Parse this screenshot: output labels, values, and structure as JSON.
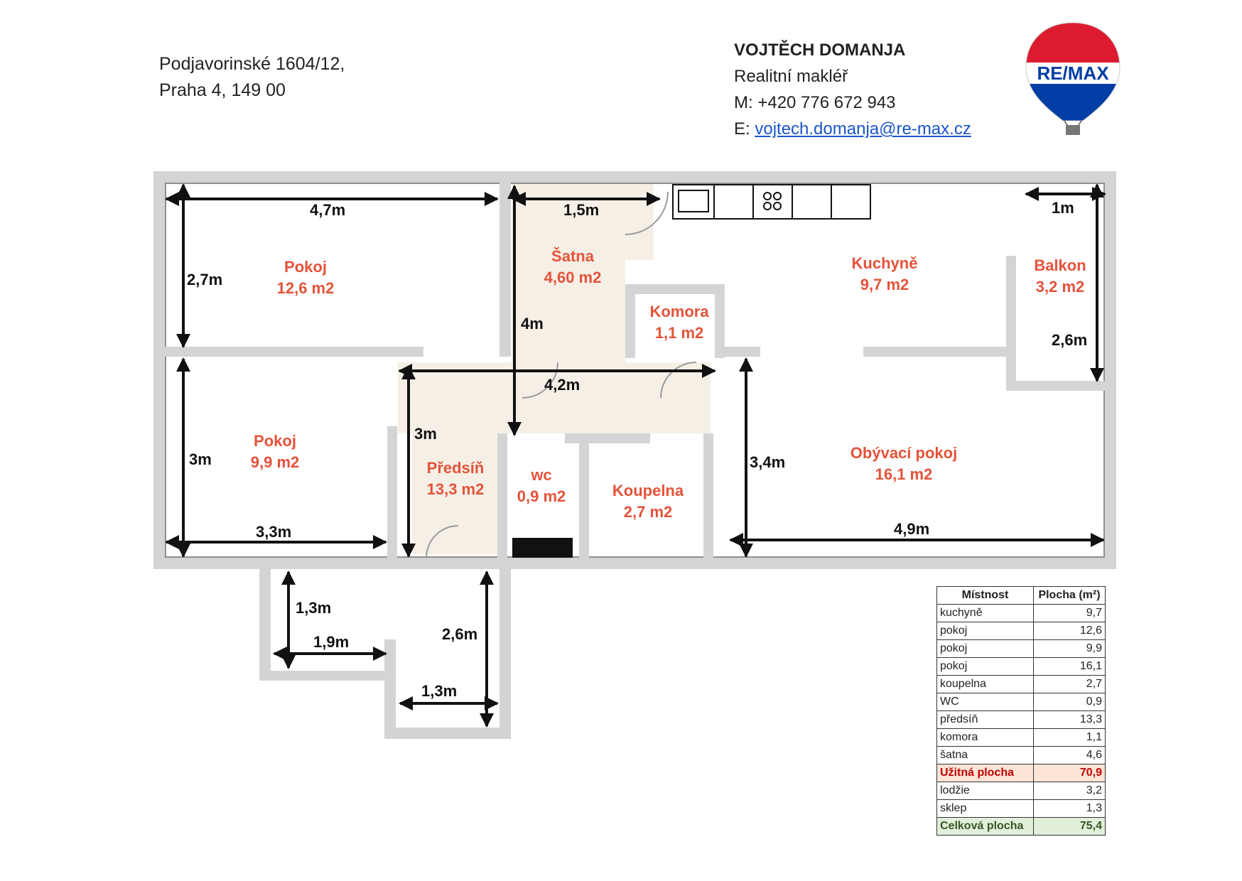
{
  "address": {
    "line1": "Podjavorinské 1604/12,",
    "line2": "Praha 4, 149 00"
  },
  "agent": {
    "name": "VOJTĚCH DOMANJA",
    "role": "Realitní makléř",
    "phone": "M: +420 776 672 943",
    "email_prefix": "E: ",
    "email": "vojtech.domanja@re-max.cz"
  },
  "logo": {
    "text": "RE/MAX",
    "colors": [
      "#dc1c2e",
      "#ffffff",
      "#003da5"
    ]
  },
  "rooms": {
    "pokoj1_name": "Pokoj",
    "pokoj1_area": "12,6 m2",
    "satna_name": "Šatna",
    "satna_area": "4,60 m2",
    "komora_name": "Komora",
    "komora_area": "1,1 m2",
    "kuchyne_name": "Kuchyně",
    "kuchyne_area": "9,7 m2",
    "balkon_name": "Balkon",
    "balkon_area": "3,2 m2",
    "pokoj2_name": "Pokoj",
    "pokoj2_area": "9,9 m2",
    "predsin_name": "Předsíň",
    "predsin_area": "13,3 m2",
    "wc_name": "wc",
    "wc_area": "0,9 m2",
    "koupelna_name": "Koupelna",
    "koupelna_area": "2,7 m2",
    "obyvaci_name": "Obývací pokoj",
    "obyvaci_area": "16,1 m2"
  },
  "dimensions": {
    "d1": "4,7m",
    "d2": "2,7m",
    "d3": "1,5m",
    "d4": "4m",
    "d5": "1m",
    "d6": "2,6m",
    "d7": "4,2m",
    "d8": "3m",
    "d9": "3m",
    "d10": "3,3m",
    "d11": "3,4m",
    "d12": "4,9m",
    "d13": "1,3m",
    "d14": "1,9m",
    "d15": "2,6m",
    "d16": "1,3m"
  },
  "table": {
    "header": [
      "Místnost",
      "Plocha (m²)"
    ],
    "rows": [
      [
        "kuchyně",
        "9,7"
      ],
      [
        "pokoj",
        "12,6"
      ],
      [
        "pokoj",
        "9,9"
      ],
      [
        "pokoj",
        "16,1"
      ],
      [
        "koupelna",
        "2,7"
      ],
      [
        "WC",
        "0,9"
      ],
      [
        "předsíň",
        "13,3"
      ],
      [
        "komora",
        "1,1"
      ],
      [
        "šatna",
        "4,6"
      ]
    ],
    "subtotal": [
      "Užitná plocha",
      "70,9"
    ],
    "extra": [
      [
        "lodžie",
        "3,2"
      ],
      [
        "sklep",
        "1,3"
      ]
    ],
    "total": [
      "Celková plocha",
      "75,4"
    ],
    "colors": {
      "subtotal_bg": "#fce4d6",
      "total_bg": "#e2efda"
    }
  }
}
